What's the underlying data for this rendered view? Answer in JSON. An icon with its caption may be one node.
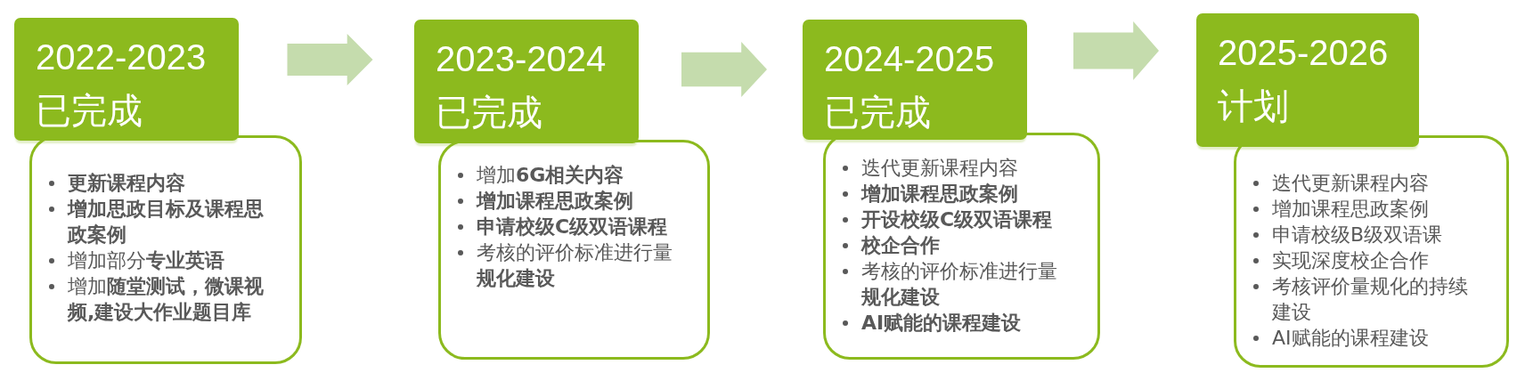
{
  "diagram": {
    "nodes": [
      {
        "text": [
          "2022-2023",
          "已完成"
        ]
      },
      {
        "text": [
          "**更新课程内容**",
          "**增加思政目标及课程思政案例**",
          "增加部分**专业英语**",
          "增加**随堂测试，微课视频,建设大作业题目库**"
        ]
      },
      {
        "text": [
          "2023-2024",
          "已完成"
        ]
      },
      {
        "text": [
          "增加**6G相关内容**",
          "**增加课程思政案例**",
          "**申请校级C级双语课程**",
          "考核的评价标准进行量**规化建设**"
        ]
      },
      {
        "text": [
          "2024-2025",
          "已完成"
        ]
      },
      {
        "text": [
          "迭代更新课程内容",
          "**增加课程思政案例**",
          "**开设校级C级双语课程**",
          "**校企合作**",
          "考核的评价标准进行量**规化建设**",
          "**AI赋能的课程建设**"
        ]
      },
      {
        "text": [
          "2025-2026",
          "计划"
        ]
      },
      {
        "text": [
          "迭代更新课程内容",
          "增加课程思政案例",
          "申请校级B级双语课",
          "实现深度校企合作",
          "考核评价量规化的持续建设",
          "AI赋能的课程建设"
        ]
      }
    ],
    "edges": [
      {
        "from": 0,
        "to": 2,
        "arrow": "to"
      },
      {
        "from": 2,
        "to": 4,
        "arrow": "to"
      },
      {
        "from": 4,
        "to": 6,
        "arrow": "to"
      }
    ]
  }
}
